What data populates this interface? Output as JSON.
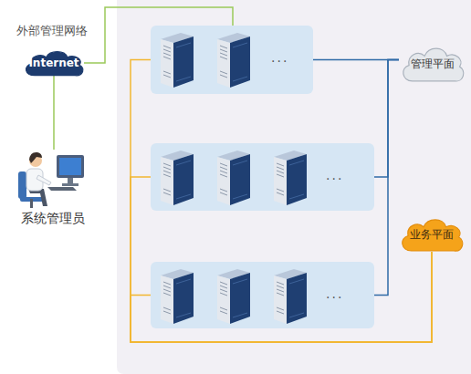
{
  "diagram": {
    "nodes": [
      {
        "text": [
          "外部管理网络",
          "Internet"
        ]
      },
      {
        "text": [
          "系统管理员"
        ]
      },
      {
        "text": [
          "..."
        ]
      },
      {
        "text": [
          "..."
        ]
      },
      {
        "text": [
          "..."
        ]
      },
      {
        "text": [
          "管理平面"
        ]
      },
      {
        "text": [
          "业务平面"
        ]
      }
    ],
    "edges": [
      {
        "from": 0,
        "to": 1,
        "arrow": "none"
      },
      {
        "from": 0,
        "to": 2,
        "arrow": "none"
      },
      {
        "from": 2,
        "to": 5,
        "arrow": "none"
      },
      {
        "from": 3,
        "to": 5,
        "arrow": "none"
      },
      {
        "from": 4,
        "to": 5,
        "arrow": "none"
      },
      {
        "from": 2,
        "to": 6,
        "arrow": "none"
      },
      {
        "from": 3,
        "to": 6,
        "arrow": "none"
      },
      {
        "from": 4,
        "to": 6,
        "arrow": "none"
      }
    ]
  }
}
